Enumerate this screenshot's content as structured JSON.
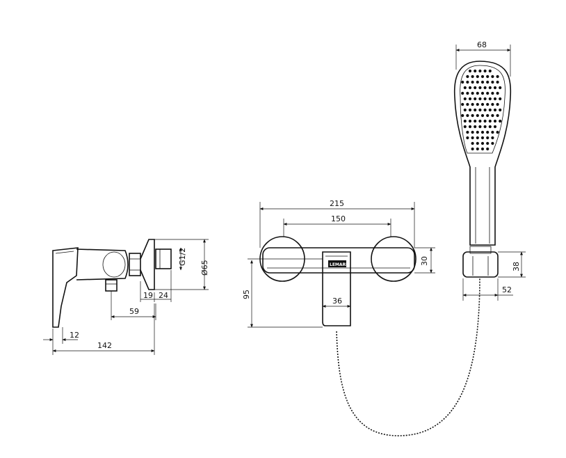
{
  "side_view": {
    "dims": {
      "thread": "G1/2",
      "diameter": "Ø65",
      "d19": "19",
      "d24": "24",
      "d59": "59",
      "d12": "12",
      "d142": "142"
    }
  },
  "front_view": {
    "dims": {
      "width": "215",
      "center": "150",
      "height": "95",
      "h30": "30",
      "w36": "36"
    },
    "brand_badge": "LEMARK"
  },
  "shower_head": {
    "dims": {
      "width": "68",
      "holder_h": "38",
      "holder_w": "52"
    }
  }
}
